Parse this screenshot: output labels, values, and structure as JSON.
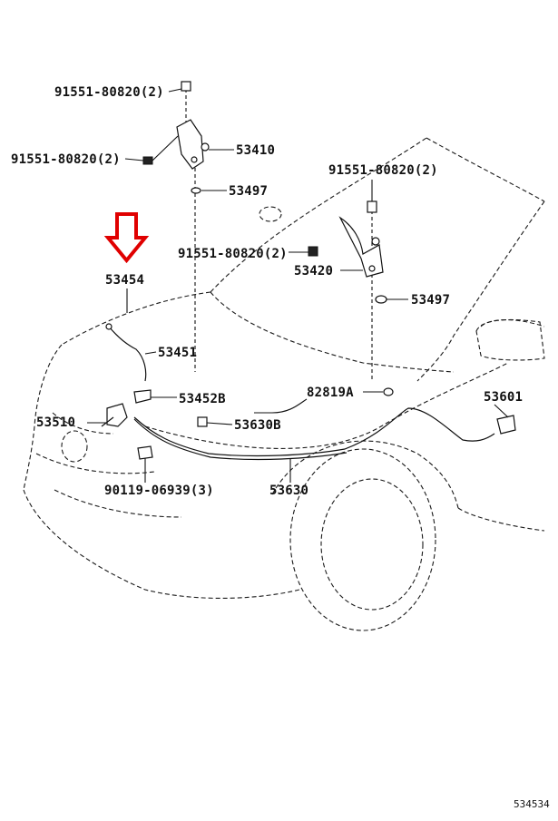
{
  "diagram": {
    "ref_code": "534534",
    "highlight_color": "#e00000",
    "labels": {
      "bolt_hinge_left_top": "91551-80820(2)",
      "bolt_hinge_left_side": "91551-80820(2)",
      "hinge_left": "53410",
      "cushion_left": "53497",
      "bolt_hinge_right_top": "91551-80820(2)",
      "bolt_hinge_right_side": "91551-80820(2)",
      "hinge_right": "53420",
      "cushion_right": "53497",
      "highlighted_part": "53454",
      "support_rod": "53451",
      "rod_holder": "53452B",
      "hood_lock": "53510",
      "cable_clamp": "53630B",
      "grommet": "82819A",
      "lever": "53601",
      "lock_bolt": "90119-06939(3)",
      "release_cable": "53630"
    }
  }
}
